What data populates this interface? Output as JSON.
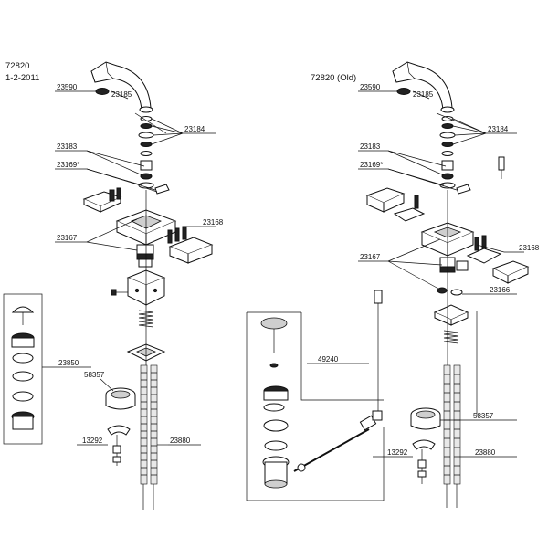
{
  "diagrams": [
    {
      "id": "new",
      "model": "72820",
      "date": "1-2-2011",
      "labels": {
        "p23590": "23590",
        "p23185": "23185",
        "p23184": "23184",
        "p23183": "23183",
        "p23169": "23169*",
        "p23168": "23168",
        "p23167": "23167",
        "p23850": "23850",
        "p58357": "58357",
        "p13292": "13292",
        "p23880": "23880"
      }
    },
    {
      "id": "old",
      "model": "72820 (Old)",
      "labels": {
        "p23590": "23590",
        "p23185": "23185",
        "p23184": "23184",
        "p23183": "23183",
        "p23169": "23169*",
        "p23168": "23168",
        "p23167": "23167",
        "p23166": "23166",
        "p49240": "49240",
        "p58357": "58357",
        "p13292": "13292",
        "p23880": "23880"
      }
    }
  ]
}
